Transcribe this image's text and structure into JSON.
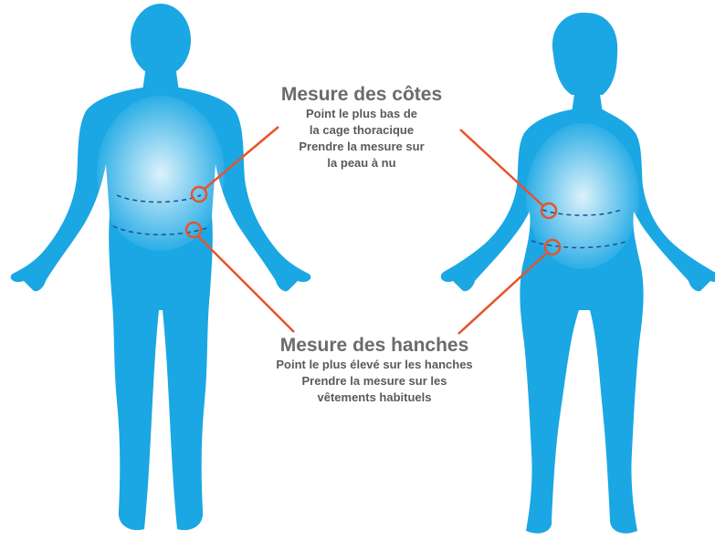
{
  "ribs": {
    "title": "Mesure des côtes",
    "lines": [
      "Point le plus bas de",
      "la cage thoracique",
      "Prendre la mesure sur",
      "la peau à nu"
    ]
  },
  "hips": {
    "title": "Mesure des hanches",
    "lines": [
      "Point le plus élevé sur les hanches",
      "Prendre la mesure sur les",
      "vêtements habituels"
    ]
  },
  "colors": {
    "body": "#1aa7e4",
    "highlight": "#ffffff",
    "leader": "#e8532b",
    "dashed": "#1f4f8f"
  }
}
